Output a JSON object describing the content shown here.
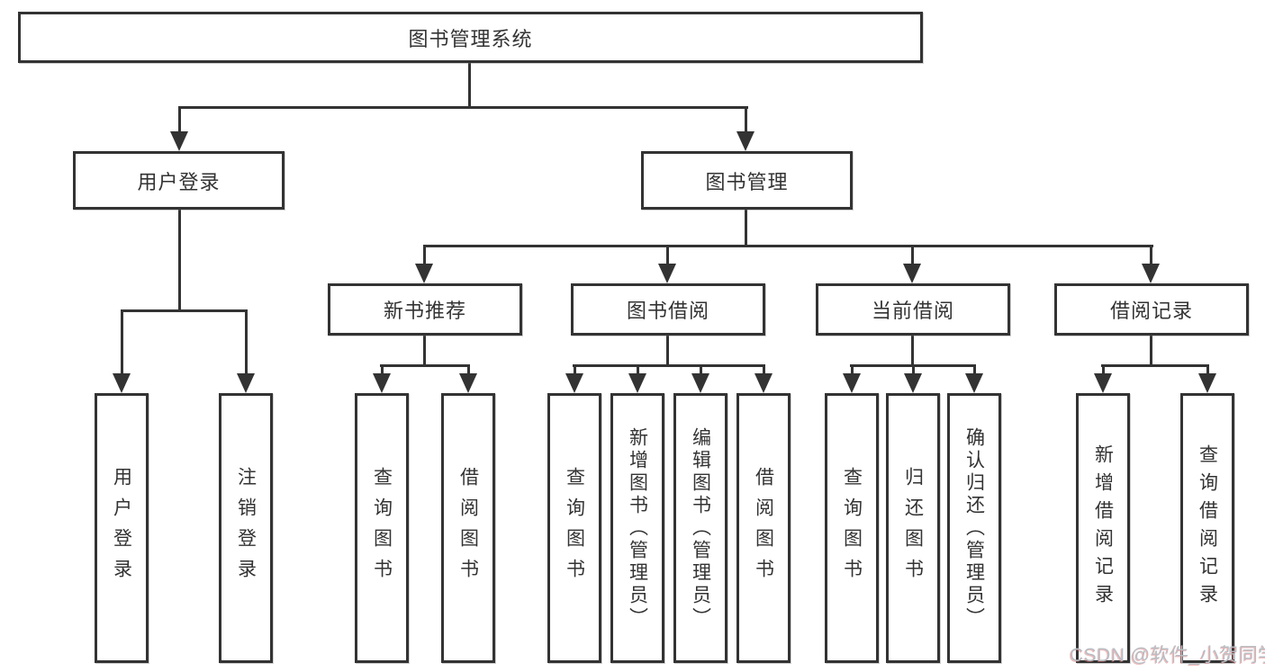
{
  "nodes": {
    "root": "图书管理系统",
    "user_login": "用户登录",
    "book_management": "图书管理",
    "new_book_recommend": "新书推荐",
    "book_borrowing": "图书借阅",
    "current_borrowing": "当前借阅",
    "borrowing_records": "借阅记录",
    "leaf_user_login": "用户登录",
    "leaf_logout": "注销登录",
    "leaf_query_books_recommend": "查询图书",
    "leaf_borrow_books_recommend": "借阅图书",
    "leaf_query_books_borrowing": "查询图书",
    "leaf_add_books_admin": "新增图书（管理员）",
    "leaf_edit_books_admin": "编辑图书（管理员）",
    "leaf_borrow_books_borrowing": "借阅图书",
    "leaf_query_books_current": "查询图书",
    "leaf_return_books": "归还图书",
    "leaf_confirm_return_admin": "确认归还（管理员）",
    "leaf_add_borrow_record": "新增借阅记录",
    "leaf_query_borrow_record": "查询借阅记录"
  },
  "watermark": "CSDN @软件_小贺同学",
  "colors": {
    "line": "#333333",
    "text": "#333333",
    "background": "#ffffff",
    "watermark": "#b9bdc3"
  }
}
